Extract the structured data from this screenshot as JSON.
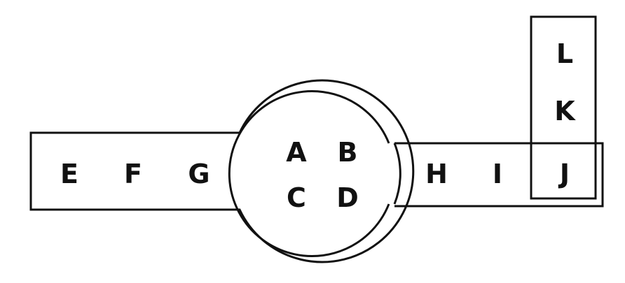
{
  "diagram": {
    "center_cells": [
      "A",
      "B",
      "C",
      "D"
    ],
    "left_cells": [
      "E",
      "F",
      "G"
    ],
    "right_cells": [
      "H",
      "I",
      "J"
    ],
    "vertical_cells": [
      "L",
      "K"
    ]
  }
}
